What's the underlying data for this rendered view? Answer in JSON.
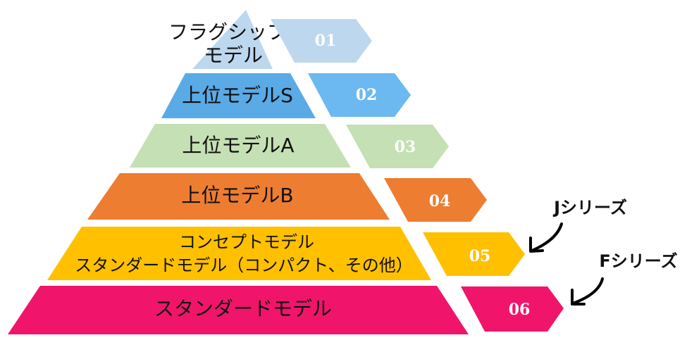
{
  "tiers": [
    {
      "lines": [
        "フラグシップ",
        "モデル"
      ],
      "color": "#bdd7ee"
    },
    {
      "lines": [
        "上位モデルS"
      ],
      "color": "#5aaae6"
    },
    {
      "lines": [
        "上位モデルA"
      ],
      "color": "#c5e0b4"
    },
    {
      "lines": [
        "上位モデルB"
      ],
      "color": "#ed7d31"
    },
    {
      "lines": [
        "コンセプトモデル",
        "スタンダードモデル（コンパクト、その他）"
      ],
      "color": "#ffc000"
    },
    {
      "lines": [
        "スタンダードモデル"
      ],
      "color": "#f0156a"
    }
  ],
  "badges": [
    {
      "label": "01",
      "color": "#bdd7ee"
    },
    {
      "label": "02",
      "color": "#6cb8f0"
    },
    {
      "label": "03",
      "color": "#c5e0b4"
    },
    {
      "label": "04",
      "color": "#ed7d31"
    },
    {
      "label": "05",
      "color": "#ffc000"
    },
    {
      "label": "06",
      "color": "#f0156a"
    }
  ],
  "series_annotations": [
    {
      "label": "Jシリーズ",
      "points_to_badge": "05"
    },
    {
      "label": "Fシリーズ",
      "points_to_badge": "06"
    }
  ],
  "arrow_color": "#000000"
}
